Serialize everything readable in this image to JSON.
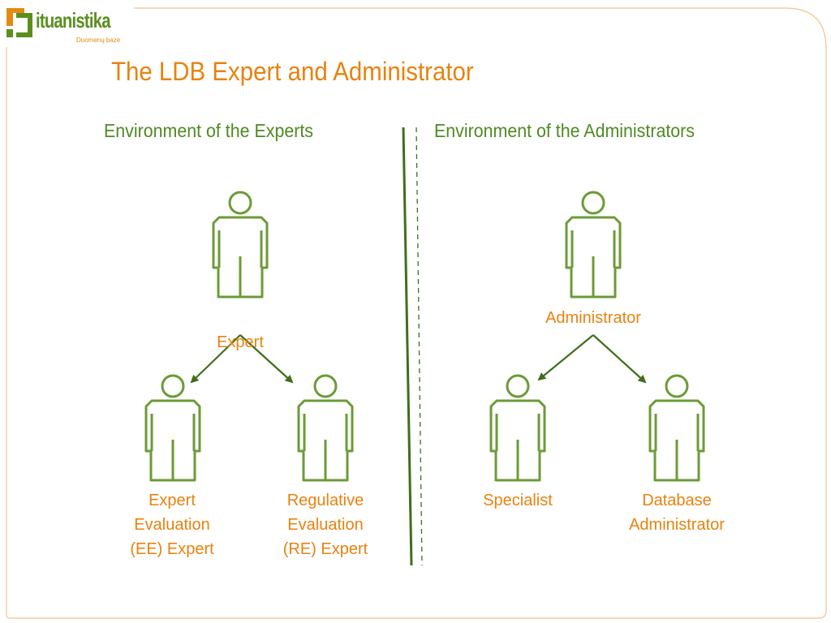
{
  "brand": {
    "name": "ituanistika",
    "tagline": "Duomenų bazė"
  },
  "slide": {
    "title": "The LDB Expert and Administrator"
  },
  "experts_env": {
    "heading": "Environment of the Experts",
    "top": {
      "label": "Expert"
    },
    "children": [
      {
        "label": "Expert\nEvaluation\n(EE) Expert"
      },
      {
        "label": "Regulative\nEvaluation\n(RE) Expert"
      }
    ]
  },
  "admins_env": {
    "heading": "Environment of the Administrators",
    "top": {
      "label": "Administrator"
    },
    "children": [
      {
        "label": "Specialist"
      },
      {
        "label": "Database\nAdministrator"
      }
    ]
  },
  "colors": {
    "green": "#5a8f1f",
    "dark_green": "#3f6f1a",
    "orange": "#e8820f",
    "frame": "#f4b183"
  },
  "icons": [
    "person-icon",
    "arrow-icon",
    "logo-icon"
  ]
}
